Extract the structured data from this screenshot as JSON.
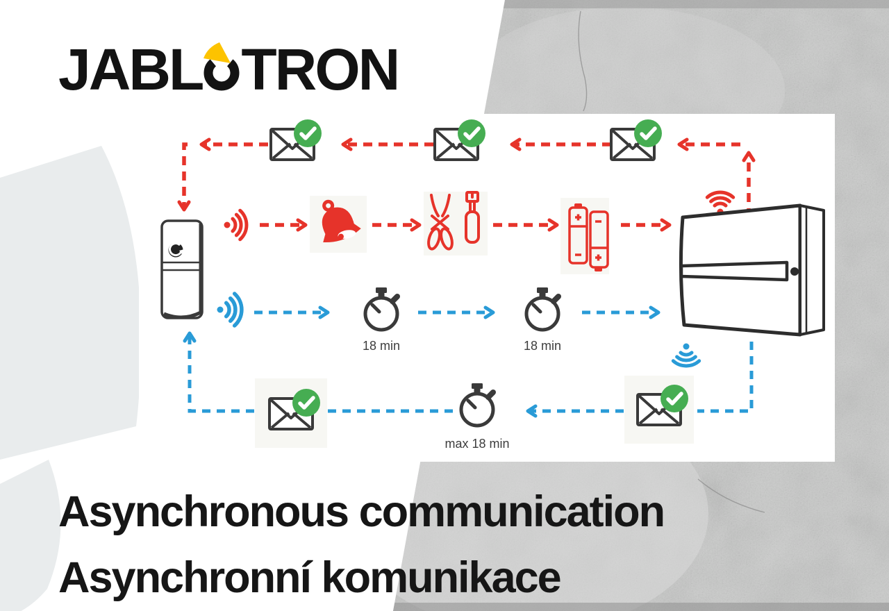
{
  "brand": {
    "logo_left": "JABL",
    "logo_right": "TRON",
    "logo_full": "JABLOTRON"
  },
  "title": {
    "line1": "Asynchronous communication",
    "line2": "Asynchronní komunikace"
  },
  "diagram": {
    "timers": [
      {
        "label": "18 min"
      },
      {
        "label": "18 min"
      },
      {
        "label": "max 18 min"
      }
    ],
    "paths": {
      "alarm_path": "device to control panel with acknowledgements",
      "async_path": "periodic supervision messages every 18 min"
    }
  },
  "icons": {
    "brand_o": "jablotron-o-with-yellow-fan",
    "signal": "wifi-icon",
    "alarm": "bell-icon",
    "sabotage": "tools-icon",
    "low_battery": "battery-icon",
    "timer": "stopwatch-icon",
    "acknowledged_message": "envelope-check-icon",
    "sender": "wireless-device",
    "receiver": "control-panel"
  },
  "colors": {
    "alarm_red": "#e6332a",
    "info_blue": "#299bd7",
    "success_green": "#46ad52",
    "ink_dark": "#3a3a3a",
    "brand_yellow": "#fdc300",
    "concrete_gray": "#c8c9c8",
    "watermark_gray": "#e9eced"
  }
}
